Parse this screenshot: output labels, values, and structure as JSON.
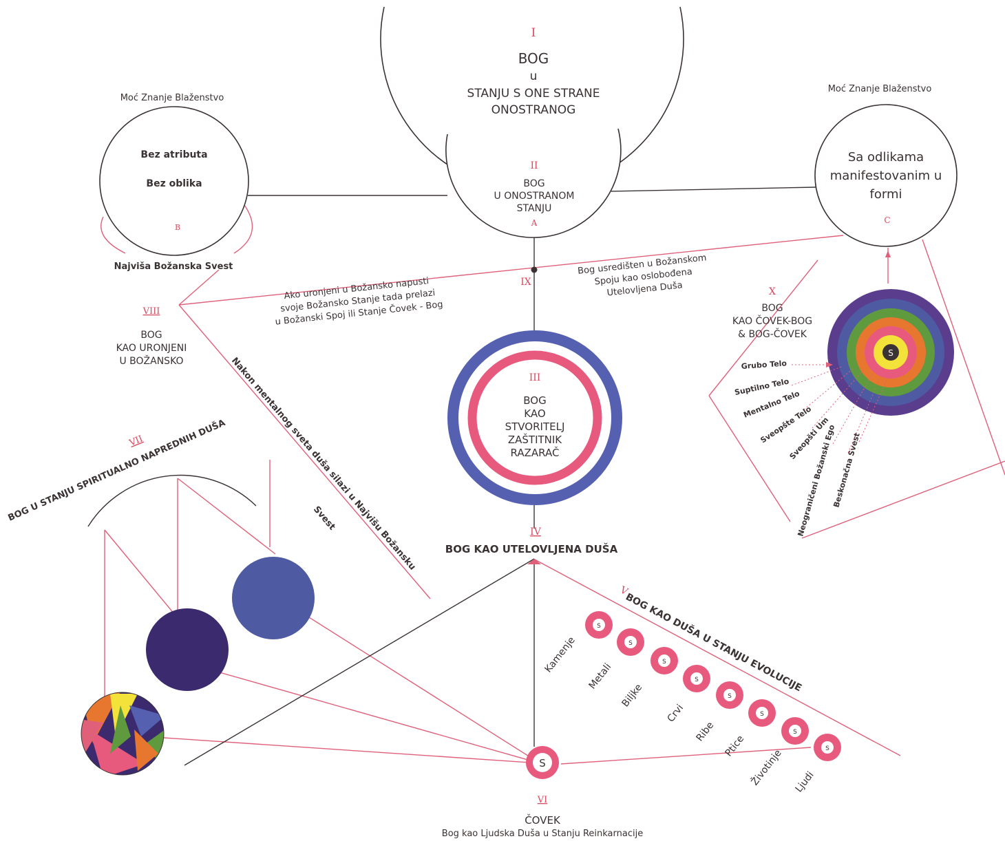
{
  "colors": {
    "line_dark": "#3a3233",
    "line_red": "#e0607a",
    "accent_red": "#d8495e",
    "pink_ring": "#e85a7d",
    "blue_ring": "#5561b0",
    "navy_disc": "#3b2a6e",
    "blue_disc": "#4e5aa2",
    "purple_ring": "#5a3d8c",
    "green_ring": "#5f9a3e",
    "orange_ring": "#e7772f",
    "yellow_core": "#f2e23a"
  },
  "top": {
    "numeral": "I",
    "line1": "BOG",
    "line2": "u",
    "line3": "STANJU S ONE STRANE",
    "line4": "ONOSTRANOG"
  },
  "state2": {
    "numeral": "II",
    "line1": "BOG",
    "line2": "U ONOSTRANOM",
    "line3": "STANJU",
    "letter": "A"
  },
  "left_circle": {
    "caption": "Moć Znanje Blaženstvo",
    "line1": "Bez atributa",
    "line2": "Bez oblika",
    "letter": "B",
    "bottom_label": "Najviša Božanska Svest"
  },
  "right_circle": {
    "caption": "Moć Znanje Blaženstvo",
    "line1": "Sa odlikama",
    "line2": "manifestovanim u",
    "line3": "formi",
    "letter": "C"
  },
  "state8": {
    "numeral": "VIII",
    "line1": "BOG",
    "line2": "KAO URONJENI",
    "line3": "U BOŽANSKO"
  },
  "state9": {
    "numeral": "IX"
  },
  "note_left": {
    "line1": "Ako uronjeni u Božansko napusti",
    "line2": "svoje Božansko Stanje tada prelazi",
    "line3": "u Božanski Spoj ili Stanje Čovek - Bog"
  },
  "note_right": {
    "line1": "Bog usredišten u Božanskom",
    "line2": "Spoju kao oslobođena",
    "line3": "Utelovljena Duša"
  },
  "state3": {
    "numeral": "III",
    "line1": "BOG",
    "line2": "KAO",
    "line3": "STVORITELJ",
    "line4": "ZAŠTITNIK",
    "line5": "RAZARAČ"
  },
  "state10": {
    "numeral": "X",
    "line1": "BOG",
    "line2": "KAO ČOVEK-BOG",
    "line3": "& BOG-ČOVEK",
    "core": "S",
    "bodies": [
      "Grubo Telo",
      "Suptilno Telo",
      "Mentalno Telo",
      "Sveopšte Telo",
      "Sveopšti Um",
      "Neograničeni Božanski Ego",
      "Beskonačna Svest"
    ]
  },
  "state4": {
    "numeral": "IV",
    "label": "BOG KAO UTELOVLJENA DUŠA"
  },
  "state5": {
    "numeral": "V",
    "label": "BOG KAO DUŠA U STANJU EVOLUCIJE",
    "soul": "S",
    "stages": [
      "Kamenje",
      "Metali",
      "Biljke",
      "Crvi",
      "Ribe",
      "Ptice",
      "Životinje",
      "Ljudi"
    ]
  },
  "state6": {
    "numeral": "VI",
    "core": "S",
    "line1": "ČOVEK",
    "line2": "Bog kao Ljudska Duša u Stanju Reinkarnacije"
  },
  "state7": {
    "numeral": "VII",
    "label": "BOG U STANJU SPIRITUALNO NAPREDNIH DUŠA"
  },
  "descent": {
    "line1": "Nakon mentalnog sveta duša silazi u Najvišu Božansku",
    "line2": "Svest"
  }
}
